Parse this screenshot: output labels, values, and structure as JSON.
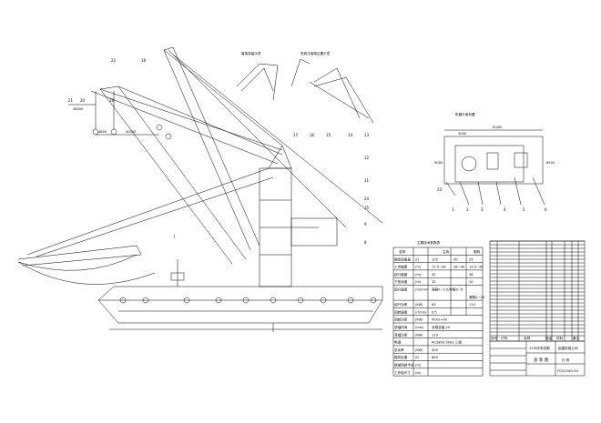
{
  "drawing": {
    "balloons": [
      "22",
      "18",
      "19",
      "20",
      "21",
      "17",
      "16",
      "15",
      "14",
      "13",
      "12",
      "11",
      "10",
      "9",
      "8",
      "7",
      "24",
      "1",
      "2",
      "3",
      "4",
      "5",
      "6",
      "23"
    ],
    "dimensions": {
      "jib_reach": "36000",
      "boom_span": "40000",
      "offset": "4800",
      "plan_length": "15400",
      "plan_inner": "3000",
      "plan_width": "8500",
      "plan_side": "9000"
    },
    "view_titles": {
      "jib_positions": "臂架变幅示意",
      "hook_positions": "吊钩与臂架位置示意",
      "plan_view": "机器平面布置"
    }
  },
  "param_table": {
    "title": "主要技术参数表",
    "header": [
      "名称",
      "主钩",
      "副钩"
    ],
    "rows": [
      [
        "额定起重量",
        "(t)",
        "125",
        "50",
        "25"
      ],
      [
        "工作幅度",
        "(m)",
        "12.5~28",
        "28~40",
        "13.5~44"
      ],
      [
        "起升高度",
        "(m)",
        "35",
        "",
        "36"
      ],
      [
        "下放深度",
        "(m)",
        "10",
        "",
        "10"
      ],
      [
        "起升速度",
        "(m/min)",
        "满载0~2.5/空载0~5",
        "",
        "满载0~20"
      ],
      [
        "起升功率",
        "(KW)",
        "90",
        "",
        "110"
      ],
      [
        "回转速度",
        "(r/min)",
        "0.5",
        "",
        ""
      ],
      [
        "回转功率",
        "(KW)",
        "45X2=90",
        "",
        ""
      ],
      [
        "变幅时间",
        "(min)",
        "全程变幅 20",
        "",
        ""
      ],
      [
        "变幅功率",
        "(KW)",
        "110",
        "",
        ""
      ],
      [
        "电源",
        "",
        "AC380V,50Hz 三相",
        "",
        ""
      ],
      [
        "总功率",
        "(KW)",
        "400",
        "",
        ""
      ],
      [
        "整机自重",
        "(t)",
        "800",
        "",
        ""
      ],
      [
        "尾部回转半径",
        "(m)",
        "",
        "",
        ""
      ],
      [
        "工作船尺寸",
        "(m)",
        "",
        "",
        ""
      ]
    ]
  },
  "title_block": {
    "project": "125t浮吊总图",
    "drawing_name": "总 装 图",
    "company": "起重机械公司",
    "scale_label": "比 例",
    "drawing_no": "FQ1254Q-00",
    "parts_header": [
      "序号",
      "代号",
      "名称",
      "数量",
      "材料",
      "备注"
    ]
  }
}
